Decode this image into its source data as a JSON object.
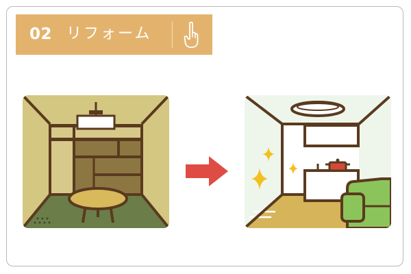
{
  "header": {
    "number": "02",
    "title": "リフォーム",
    "icon": "pointing-hand-icon"
  },
  "illustrations": {
    "before": "old-japanese-room",
    "arrow": "right-arrow-icon",
    "after": "renovated-room"
  },
  "colors": {
    "header_bg": "#e3b36e",
    "arrow": "#df4c44",
    "outline": "#5a3a1e"
  }
}
